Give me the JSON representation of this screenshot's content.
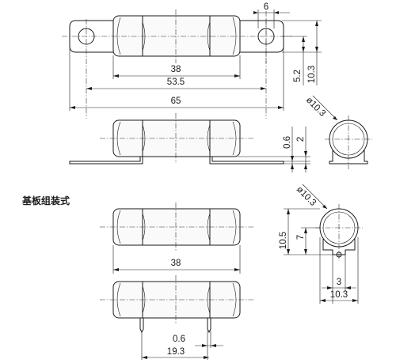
{
  "section_label": "基板组装式",
  "dimensions": {
    "top_hole": "6",
    "top_38": "38",
    "top_53_5": "53.5",
    "top_65": "65",
    "top_5_2": "5.2",
    "top_10_3": "10.3",
    "top_dia": "ø10.3",
    "side_0_6": "0.6",
    "side_2": "2",
    "pcb_dia": "ø10.3",
    "pcb_10_5": "10.5",
    "pcb_7": "7",
    "pcb_38": "38",
    "pcb_3": "3",
    "pcb_10_3": "10.3",
    "pcb_0_6": "0.6",
    "pcb_19_3": "19.3"
  }
}
